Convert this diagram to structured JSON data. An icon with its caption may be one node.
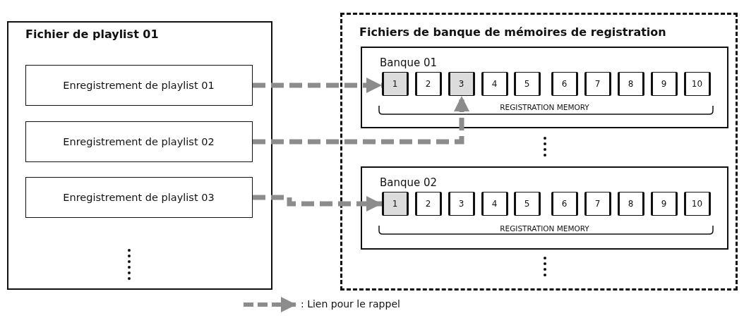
{
  "diagram": {
    "nodes": [
      {
        "text": [
          "Fichier de playlist 01"
        ]
      },
      {
        "text": [
          "Enregistrement de playlist 01"
        ],
        "in": 0
      },
      {
        "text": [
          "Enregistrement de playlist 02"
        ],
        "in": 0
      },
      {
        "text": [
          "Enregistrement de playlist 03"
        ],
        "in": 0
      },
      {
        "text": [
          "Fichiers de banque de mémoires de registration"
        ]
      },
      {
        "text": [
          "Banque 01",
          "REGISTRATION MEMORY"
        ],
        "in": 4
      },
      {
        "text": [
          "1"
        ],
        "in": 5
      },
      {
        "text": [
          "2"
        ],
        "in": 5
      },
      {
        "text": [
          "3"
        ],
        "in": 5
      },
      {
        "text": [
          "4"
        ],
        "in": 5
      },
      {
        "text": [
          "5"
        ],
        "in": 5
      },
      {
        "text": [
          "6"
        ],
        "in": 5
      },
      {
        "text": [
          "7"
        ],
        "in": 5
      },
      {
        "text": [
          "8"
        ],
        "in": 5
      },
      {
        "text": [
          "9"
        ],
        "in": 5
      },
      {
        "text": [
          "10"
        ],
        "in": 5
      },
      {
        "text": [
          "Banque 02",
          "REGISTRATION MEMORY"
        ],
        "in": 4
      },
      {
        "text": [
          "1"
        ],
        "in": 16
      },
      {
        "text": [
          "2"
        ],
        "in": 16
      },
      {
        "text": [
          "3"
        ],
        "in": 16
      },
      {
        "text": [
          "4"
        ],
        "in": 16
      },
      {
        "text": [
          "5"
        ],
        "in": 16
      },
      {
        "text": [
          "6"
        ],
        "in": 16
      },
      {
        "text": [
          "7"
        ],
        "in": 16
      },
      {
        "text": [
          "8"
        ],
        "in": 16
      },
      {
        "text": [
          "9"
        ],
        "in": 16
      },
      {
        "text": [
          "10"
        ],
        "in": 16
      }
    ],
    "edges": [
      {
        "from": 1,
        "to": 6,
        "arrow": "to",
        "style": "dashed"
      },
      {
        "from": 2,
        "to": 8,
        "arrow": "to",
        "style": "dashed"
      },
      {
        "from": 3,
        "to": 17,
        "arrow": "to",
        "style": "dashed"
      }
    ],
    "legend": [
      {
        "text": ": Lien pour le rappel"
      }
    ]
  }
}
